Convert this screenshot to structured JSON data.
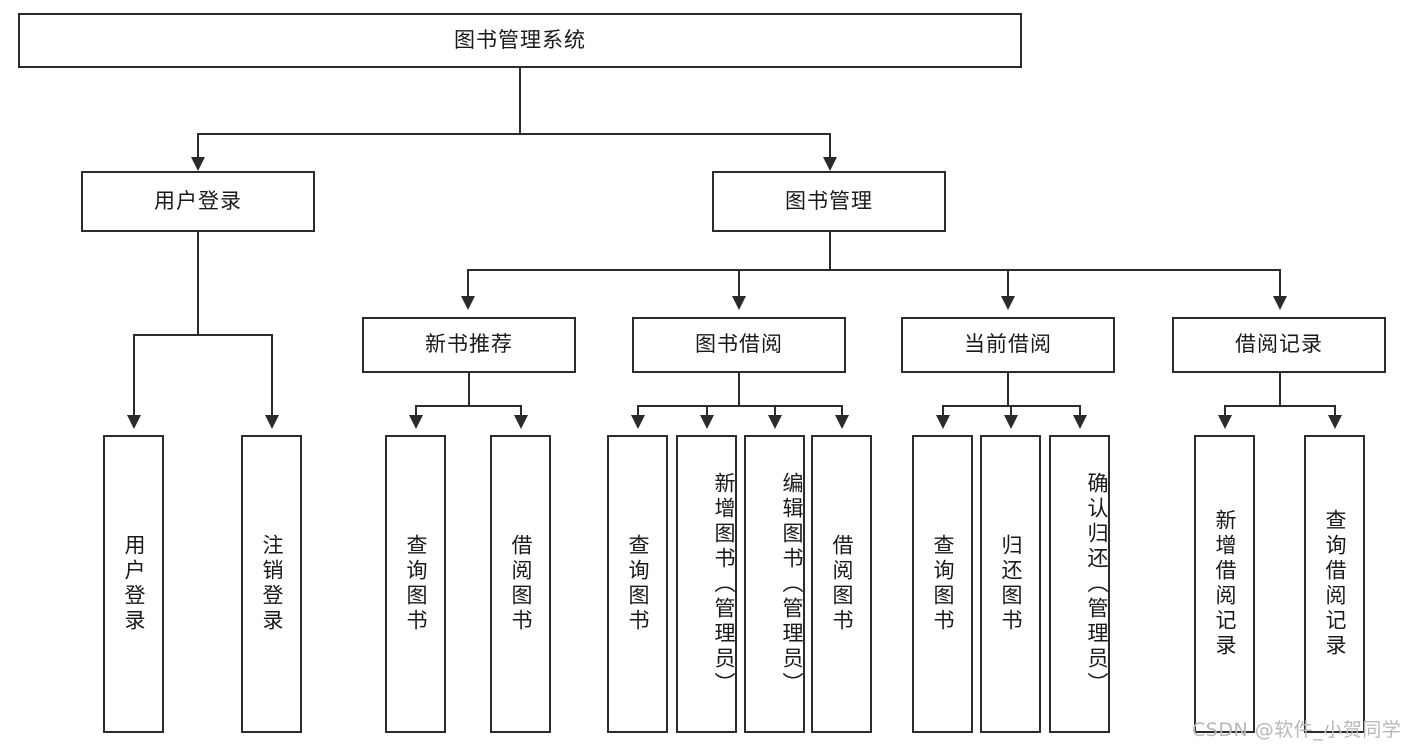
{
  "diagram": {
    "title": "图书管理系统",
    "type": "function-hierarchy-tree",
    "root": {
      "id": "root",
      "label": "图书管理系统"
    },
    "level2": [
      {
        "id": "user-login",
        "label": "用户登录"
      },
      {
        "id": "book-manage",
        "label": "图书管理"
      }
    ],
    "level3": [
      {
        "id": "new-book-recommend",
        "label": "新书推荐"
      },
      {
        "id": "book-borrow",
        "label": "图书借阅"
      },
      {
        "id": "current-borrow",
        "label": "当前借阅"
      },
      {
        "id": "borrow-record",
        "label": "借阅记录"
      }
    ],
    "leaves": {
      "user_login": [
        {
          "id": "leaf-user-login",
          "label": "用户登录"
        },
        {
          "id": "leaf-logout-login",
          "label": "注销登录"
        }
      ],
      "new_book_recommend": [
        {
          "id": "leaf-query-book-1",
          "label": "查询图书"
        },
        {
          "id": "leaf-borrow-book-1",
          "label": "借阅图书"
        }
      ],
      "book_borrow": [
        {
          "id": "leaf-query-book-2",
          "label": "查询图书"
        },
        {
          "id": "leaf-add-book",
          "label": "新增图书（管理员）"
        },
        {
          "id": "leaf-edit-book",
          "label": "编辑图书（管理员）"
        },
        {
          "id": "leaf-borrow-book-2",
          "label": "借阅图书"
        }
      ],
      "current_borrow": [
        {
          "id": "leaf-query-book-3",
          "label": "查询图书"
        },
        {
          "id": "leaf-return-book",
          "label": "归还图书"
        },
        {
          "id": "leaf-confirm-return",
          "label": "确认归还（管理员）"
        }
      ],
      "borrow_record": [
        {
          "id": "leaf-add-record",
          "label": "新增借阅记录"
        },
        {
          "id": "leaf-query-record",
          "label": "查询借阅记录"
        }
      ]
    }
  },
  "watermark": {
    "text": "CSDN @软件_小贺同学"
  },
  "colors": {
    "stroke": "#2b2b2b",
    "background": "#ffffff",
    "text": "#1a1a1a",
    "watermark": "#b8b8b8"
  }
}
